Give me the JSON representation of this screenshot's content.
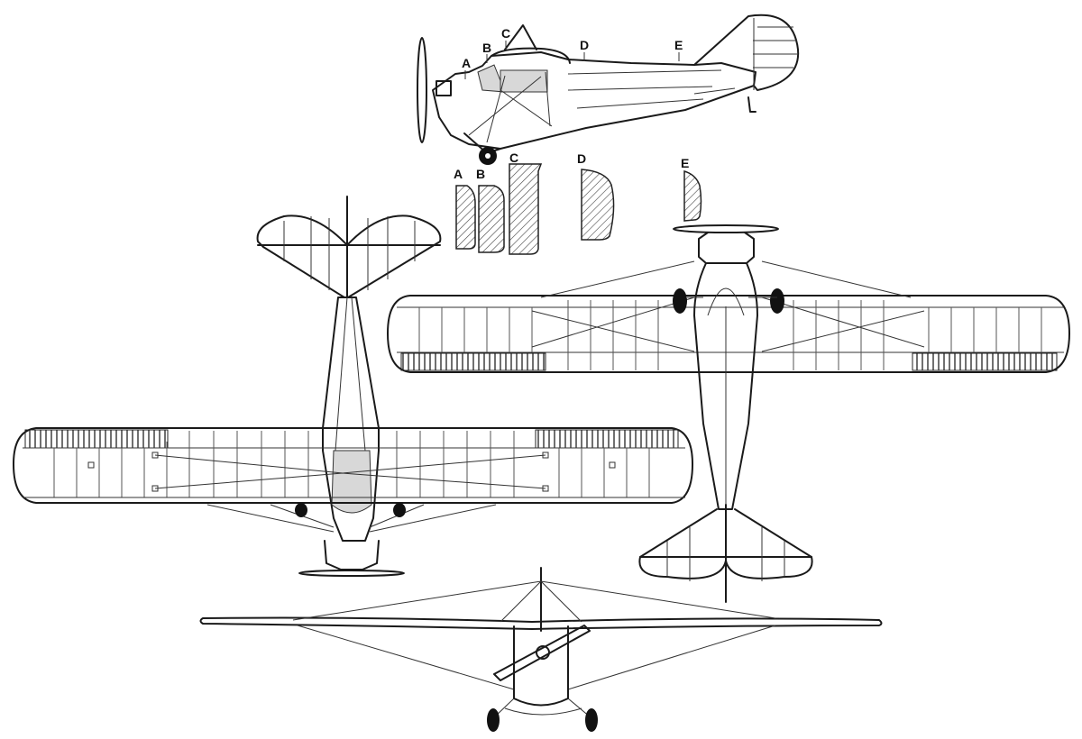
{
  "diagram": {
    "type": "aircraft three-view line drawing",
    "views": [
      "side-view",
      "top-view",
      "bottom-view",
      "front-view",
      "cross-sections"
    ],
    "side_view_labels": [
      "A",
      "B",
      "C",
      "D",
      "E"
    ],
    "section_labels": [
      "A",
      "B",
      "C",
      "D",
      "E"
    ],
    "colors": {
      "line": "#1a1a1a",
      "background": "#ffffff",
      "glazing": "#d8d8d8"
    }
  }
}
